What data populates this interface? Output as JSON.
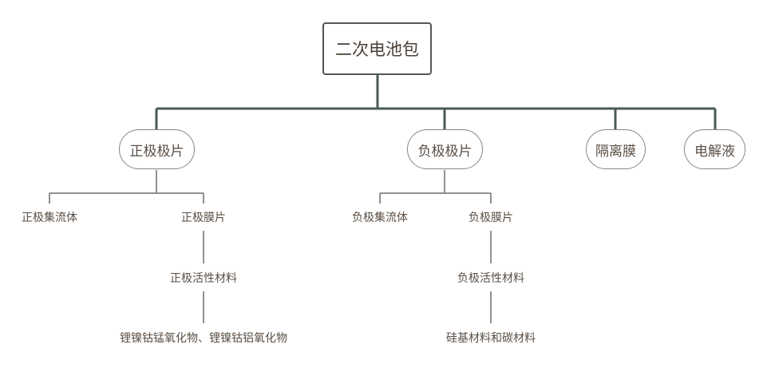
{
  "root": {
    "label": "二次电池包"
  },
  "components": {
    "positive_electrode": {
      "label": "正极极片"
    },
    "negative_electrode": {
      "label": "负极极片"
    },
    "separator": {
      "label": "隔离膜"
    },
    "electrolyte": {
      "label": "电解液"
    }
  },
  "positive": {
    "collector": "正极集流体",
    "film": "正极膜片",
    "active_material": "正极活性材料",
    "active_material_examples": "锂镍钴锰氧化物、锂镍钴铝氧化物"
  },
  "negative": {
    "collector": "负极集流体",
    "film": "负极膜片",
    "active_material": "负极活性材料",
    "active_material_examples": "硅基材料和碳材料"
  },
  "colors": {
    "main_connector": "#4a5a58",
    "sub_connector": "#6e6e6e",
    "text": "#5a4f46"
  }
}
